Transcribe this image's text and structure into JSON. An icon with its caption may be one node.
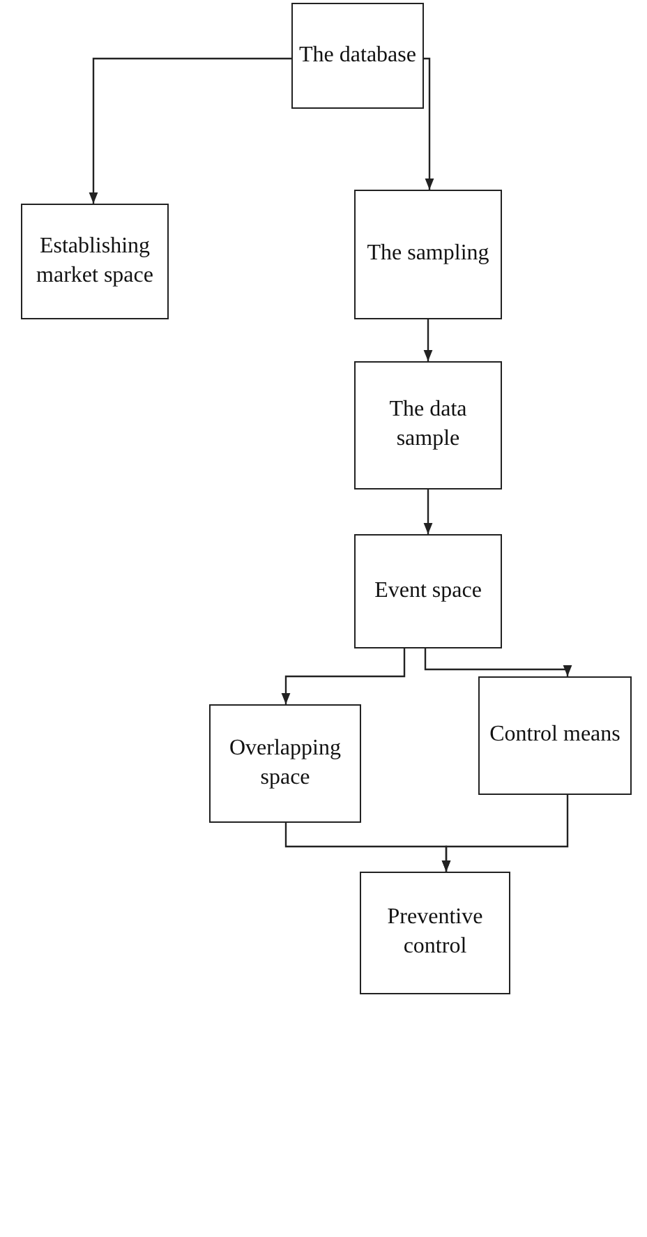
{
  "diagram": {
    "nodes": [
      {
        "text": [
          "The database"
        ]
      },
      {
        "text": [
          "Establishing market space"
        ]
      },
      {
        "text": [
          "The sampling"
        ]
      },
      {
        "text": [
          "The data sample"
        ]
      },
      {
        "text": [
          "Event space"
        ]
      },
      {
        "text": [
          "Overlapping space"
        ]
      },
      {
        "text": [
          "Control means"
        ]
      },
      {
        "text": [
          "Preventive control"
        ]
      }
    ],
    "edges": [
      {
        "from": 0,
        "to": 1,
        "arrow": "to"
      },
      {
        "from": 0,
        "to": 2,
        "arrow": "to"
      },
      {
        "from": 2,
        "to": 3,
        "arrow": "to"
      },
      {
        "from": 3,
        "to": 4,
        "arrow": "to"
      },
      {
        "from": 4,
        "to": 5,
        "arrow": "to"
      },
      {
        "from": 4,
        "to": 6,
        "arrow": "to"
      },
      {
        "from": 5,
        "to": 7,
        "arrow": "to"
      },
      {
        "from": 6,
        "to": 7,
        "arrow": "to"
      }
    ]
  }
}
